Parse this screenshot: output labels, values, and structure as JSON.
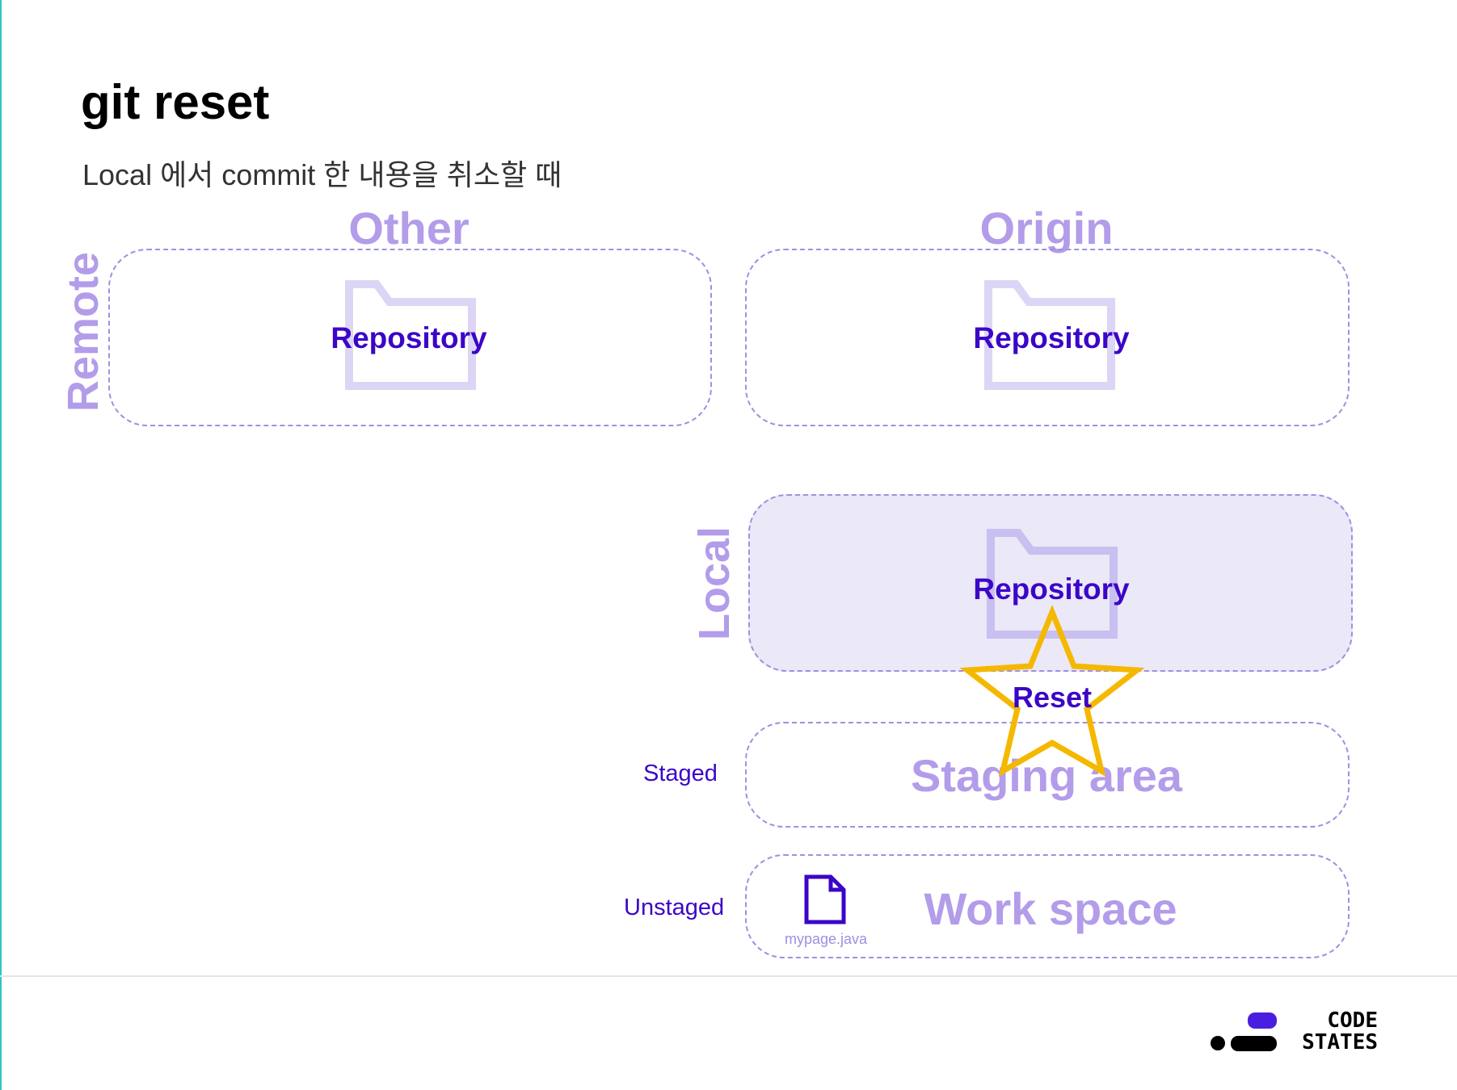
{
  "page": {
    "title": "git reset",
    "subtitle": "Local 에서 commit 한 내용을 취소할 때"
  },
  "remote": {
    "label": "Remote",
    "other": {
      "heading": "Other",
      "repository_label": "Repository"
    },
    "origin": {
      "heading": "Origin",
      "repository_label": "Repository"
    }
  },
  "local": {
    "label": "Local",
    "repository_label": "Repository",
    "reset_label": "Reset",
    "staged_label": "Staged",
    "staging_area_label": "Staging area",
    "unstaged_label": "Unstaged",
    "work_space_label": "Work space",
    "file_name": "mypage.java"
  },
  "logo": {
    "line1": "CODE",
    "line2": "STATES"
  },
  "colors": {
    "accent": "#3b06c7",
    "light_purple": "#b39ce9",
    "folder": "#ddd5f5",
    "star": "#f5b800",
    "local_bg": "#ebe8f8"
  },
  "icons": [
    "folder-icon",
    "file-icon",
    "star-icon",
    "code-states-logo"
  ]
}
